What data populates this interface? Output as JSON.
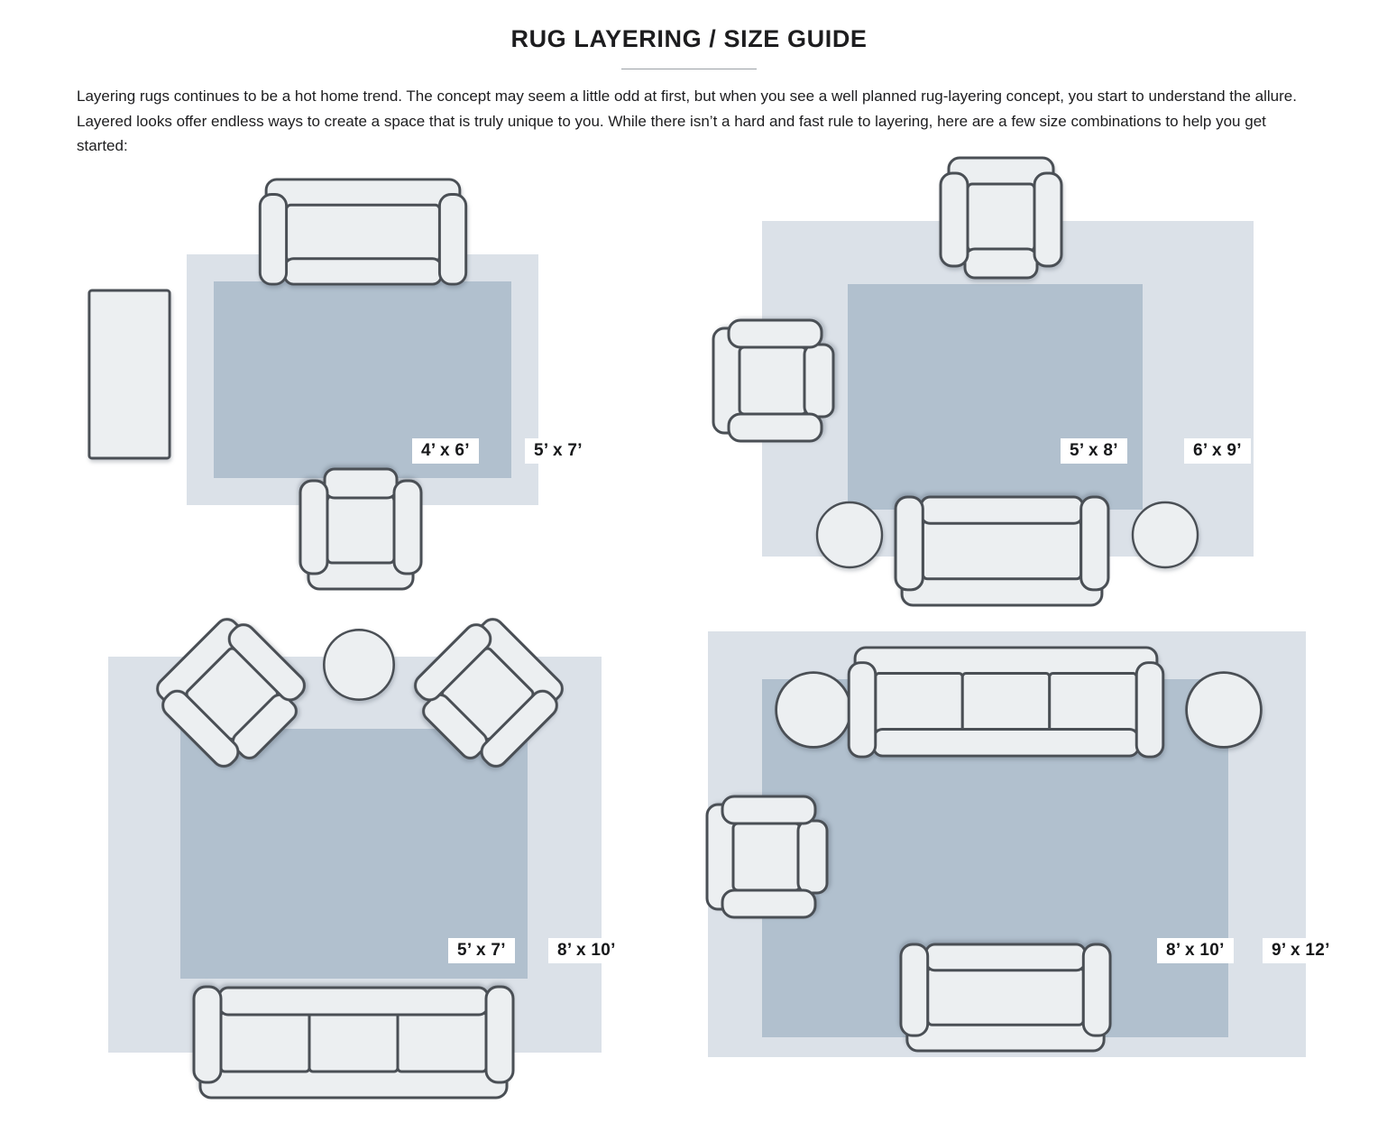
{
  "title": "RUG LAYERING / SIZE GUIDE",
  "intro": "Layering rugs continues to be a hot home trend. The concept may seem a little odd at first, but when you see a well planned rug-layering concept, you start to understand the allure. Layered looks offer endless ways to create a space that is truly unique to you. While there isn’t a hard and fast rule to layering, here are a few size combinations to help you get started:",
  "colors": {
    "background": "#ffffff",
    "outer_rug": "#dbe1e8",
    "inner_rug": "#b1c0ce",
    "furniture_fill": "#eceff1",
    "furniture_outline": "#4a4f55",
    "text": "#1d1d1f"
  },
  "scenes": [
    {
      "id": "scene-1",
      "inner_label": "4’ x 6’",
      "outer_label": "5’ x 7’"
    },
    {
      "id": "scene-2",
      "inner_label": "5’ x 8’",
      "outer_label": "6’ x 9’"
    },
    {
      "id": "scene-3",
      "inner_label": "5’ x 7’",
      "outer_label": "8’ x 10’"
    },
    {
      "id": "scene-4",
      "inner_label": "8’ x 10’",
      "outer_label": "9’ x 12’"
    }
  ]
}
